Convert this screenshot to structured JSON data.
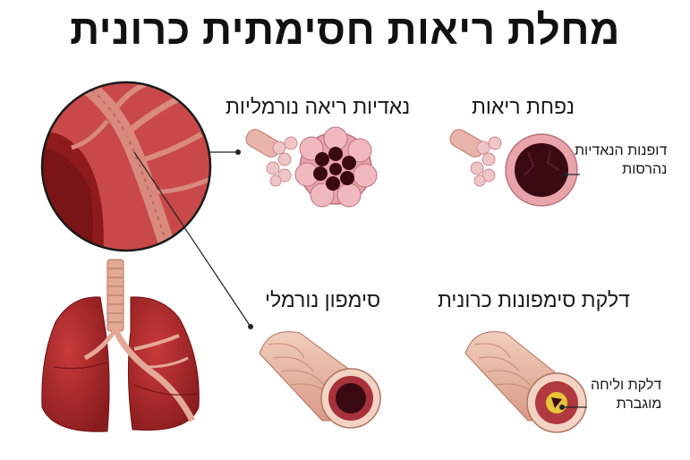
{
  "title": "מחלת ריאות חסימתית כרונית",
  "labels": {
    "normal_alveoli": "נאדיות ריאה נורמליות",
    "emphysema": "נפחת ריאות",
    "destroyed_alveoli_walls_line1": "דופנות הנאדיות",
    "destroyed_alveoli_walls_line2": "נהרסות",
    "normal_bronchus": "סימפון נורמלי",
    "chronic_bronchitis": "דלקת סימפונות כרונית",
    "inflammation_line1": "דלקת וליחה",
    "inflammation_line2": "מוגברת"
  },
  "colors": {
    "lung_dark": "#8e1a1c",
    "lung_mid": "#b8262a",
    "lung_tissue": "#cf5a58",
    "alveoli_pink": "#e8a7ad",
    "alveoli_dark": "#3a0a12",
    "bronchus_tan": "#e9b9a6",
    "mucus_yellow": "#e8c23a"
  }
}
